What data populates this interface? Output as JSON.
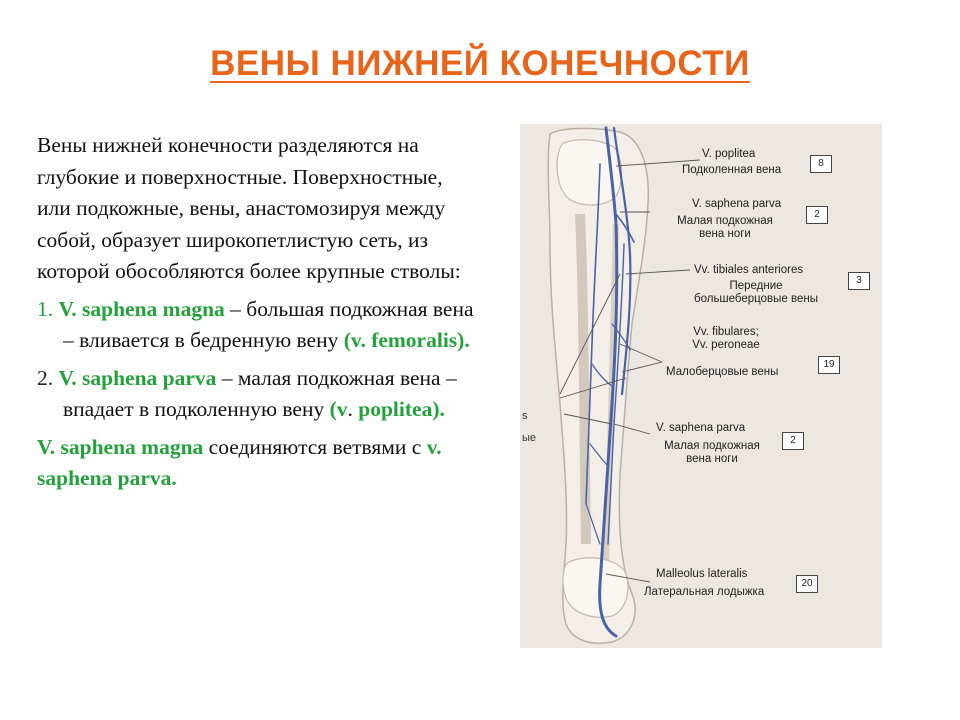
{
  "title": "ВЕНЫ НИЖНЕЙ КОНЕЧНОСТИ",
  "intro": "Вены нижней конечности разделяются на глубокие и поверхностные. Поверхностные, или подкожные, вены, анастомозируя между собой, образует широкопетлистую сеть, из которой обособляются более крупные стволы:",
  "item1": {
    "number": "1.",
    "latin": "V. saphena magna",
    "text": " – большая подкожная вена – вливается в бедренную вену ",
    "latin2": "(v. femoralis)."
  },
  "item2": {
    "number": "2.",
    "latin": "V. saphena parva",
    "text": " – малая подкожная вена – впадает в подколенную вену ",
    "latin2_a": "(v",
    "latin2_dot": ".",
    "latin2_b": " poplitea)."
  },
  "conclusion": {
    "latin": "V. saphena magna",
    "text": " соединяются ветвями с ",
    "latin2": "v. saphena parva."
  },
  "figure": {
    "labels": [
      {
        "latin": "V. poplitea",
        "ru": "Подколенная вена",
        "num": "8"
      },
      {
        "latin": "V. saphena parva",
        "ru": "Малая подкожная вена ноги",
        "num": "2"
      },
      {
        "latin": "Vv. tibiales anteriores",
        "ru": "Передние большеберцовые вены",
        "num": "3"
      },
      {
        "latin": "Vv. fibulares; Vv. peroneae",
        "ru": "Малоберцовые вены",
        "num": "19"
      },
      {
        "latin": "V. saphena parva",
        "ru": "Малая подкожная вена ноги",
        "num": "2"
      },
      {
        "latin": "Malleolus lateralis",
        "ru": "Латеральная лодыжка",
        "num": "20"
      }
    ],
    "left_fragments": [
      "s",
      "ые"
    ],
    "colors": {
      "vein": "#4a62a8",
      "bone": "#f3efe8",
      "outline": "#b9b0a3",
      "bg": "#ece7e0"
    }
  }
}
